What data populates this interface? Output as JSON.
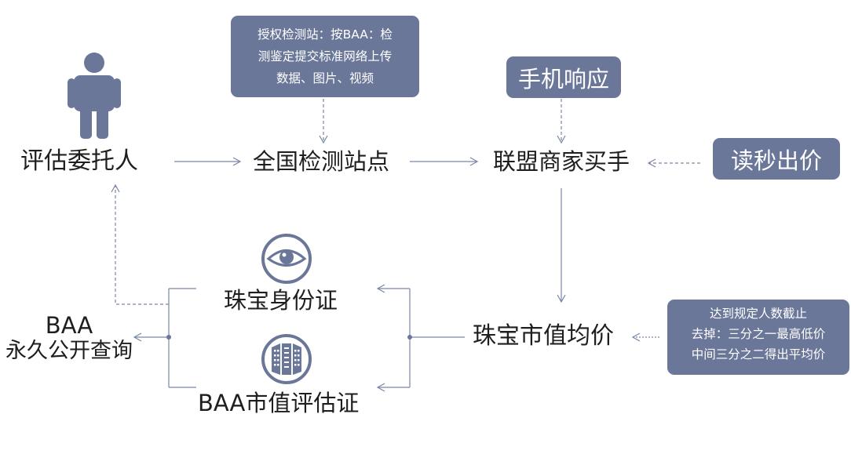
{
  "nodes": {
    "client": "评估委托人",
    "station": "全国检测站点",
    "buyers": "联盟商家买手",
    "market_avg": "珠宝市值均价",
    "id_card": "珠宝身份证",
    "baa_cert": "BAA市值评估证",
    "baa_query_line1": "BAA",
    "baa_query_line2": "永久公开查询"
  },
  "boxes": {
    "station_note_lines": [
      "授权检测站：按BAA：检",
      "测鉴定提交标准网络上传",
      "数据、图片、视频"
    ],
    "mobile_response": "手机响应",
    "countdown_bid": "读秒出价",
    "rule_lines": [
      "达到规定人数截止",
      "去掉：三分之一最高低价",
      "中间三分之二得出平均价"
    ]
  },
  "colors": {
    "box_fill": "#6b7799",
    "line": "#7a86a6",
    "icon": "#6b7799",
    "text": "#1e1e1e"
  },
  "icons": [
    "person-icon",
    "eye-icon",
    "certificate-icon"
  ]
}
